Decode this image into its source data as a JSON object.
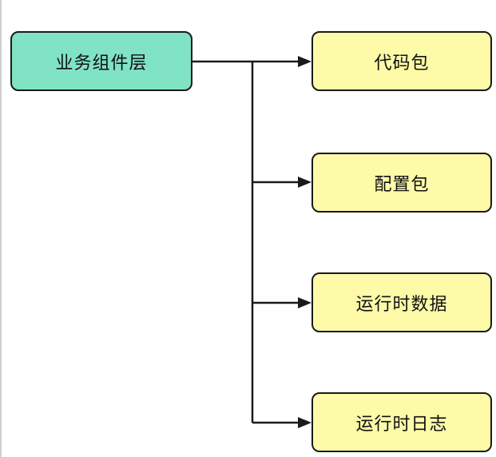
{
  "diagram": {
    "source": {
      "label": "业务组件层"
    },
    "targets": [
      {
        "label": "代码包"
      },
      {
        "label": "配置包"
      },
      {
        "label": "运行时数据"
      },
      {
        "label": "运行时日志"
      }
    ],
    "colors": {
      "source_fill": "#7fe3c4",
      "target_fill": "#fdfaa8",
      "stroke": "#1a1a1a"
    }
  }
}
